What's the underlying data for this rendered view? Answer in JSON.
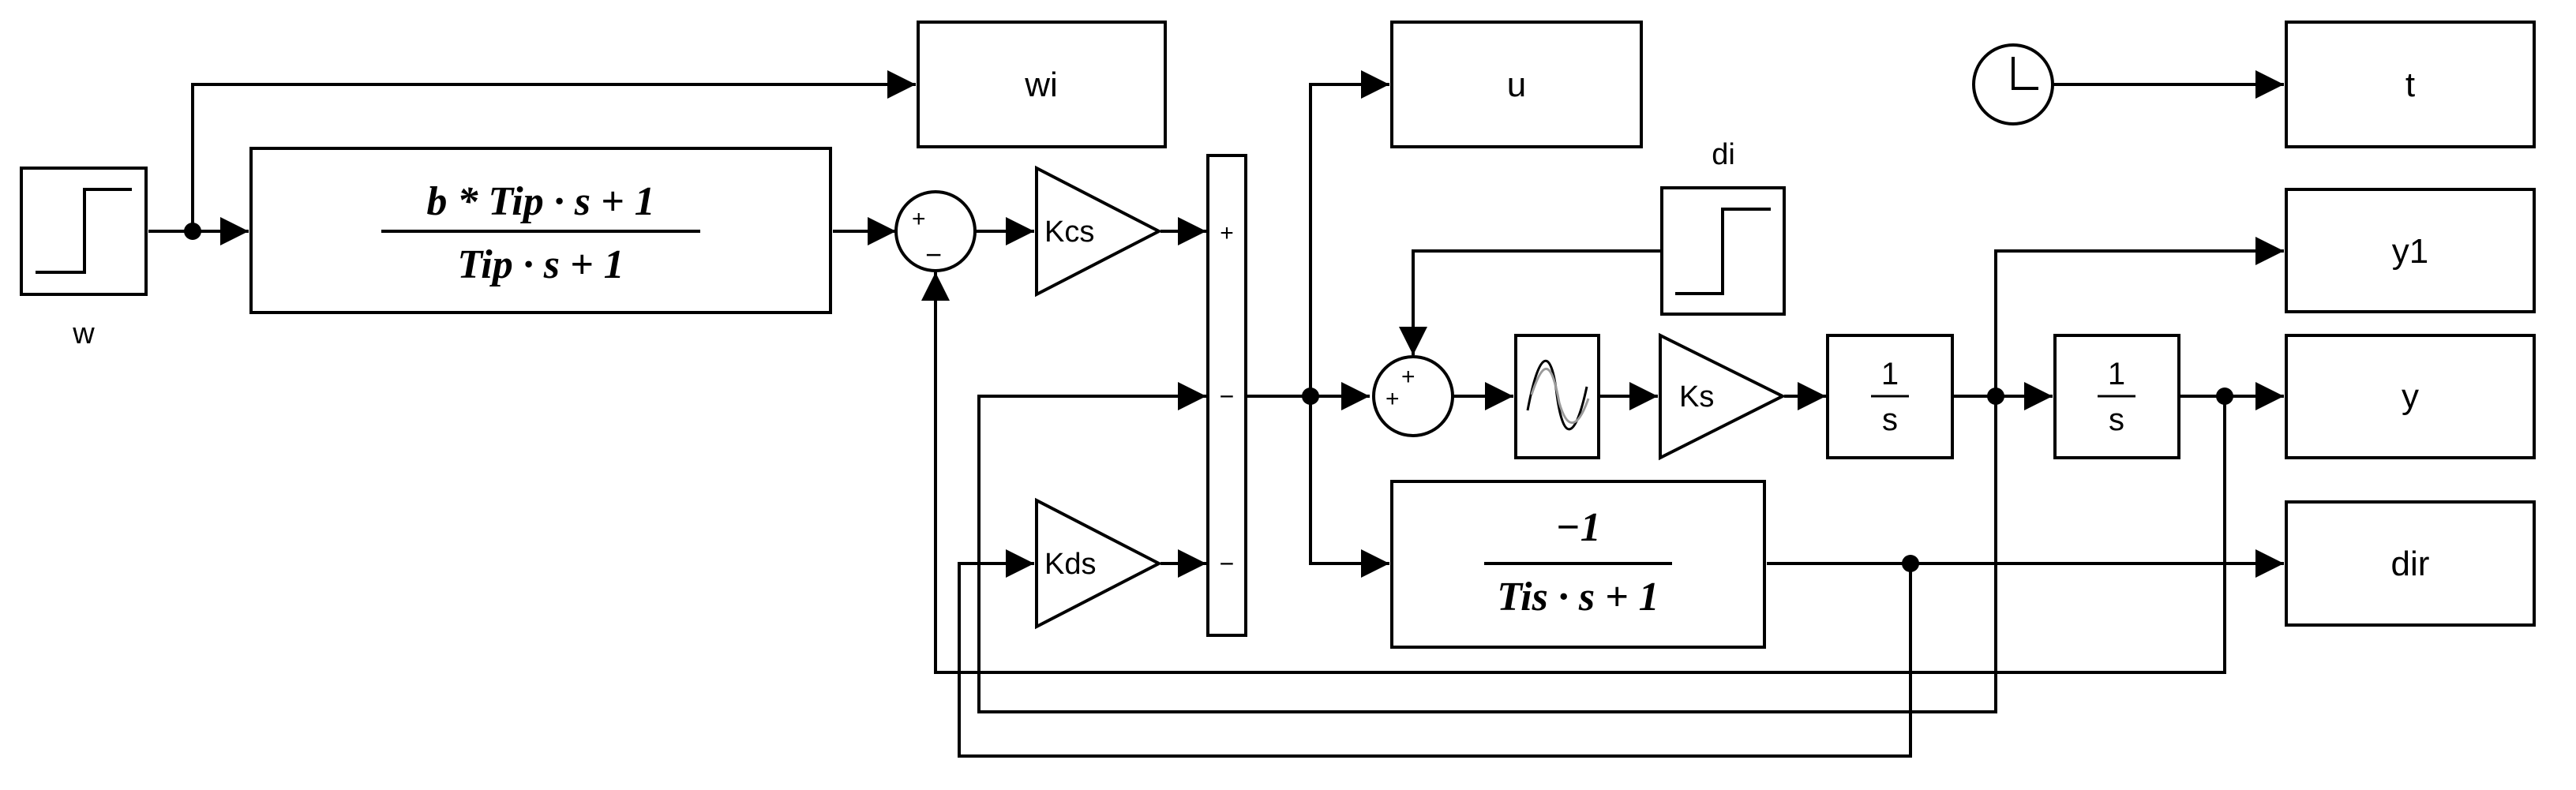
{
  "outputs": {
    "wi": "wi",
    "u": "u",
    "t": "t",
    "y1": "y1",
    "y": "y",
    "dir": "dir"
  },
  "sources": {
    "w_step": "w",
    "di_step": "di"
  },
  "gains": {
    "kcs": "Kcs",
    "kds": "Kds",
    "ks": "Ks"
  },
  "prefilter": {
    "numerator": "b * Tip · s + 1",
    "denominator": "Tip · s + 1"
  },
  "lag": {
    "numerator": "−1",
    "denominator": "Tis · s + 1"
  },
  "integrator": {
    "numerator": "1",
    "denominator": "s"
  },
  "sum_signs": {
    "sum1_plus": "+",
    "sum1_minus": "−",
    "sum2_plus_left": "+",
    "sum2_plus_top": "+",
    "sum3_in1": "+",
    "sum3_in2": "−",
    "sum3_in3": "−"
  }
}
